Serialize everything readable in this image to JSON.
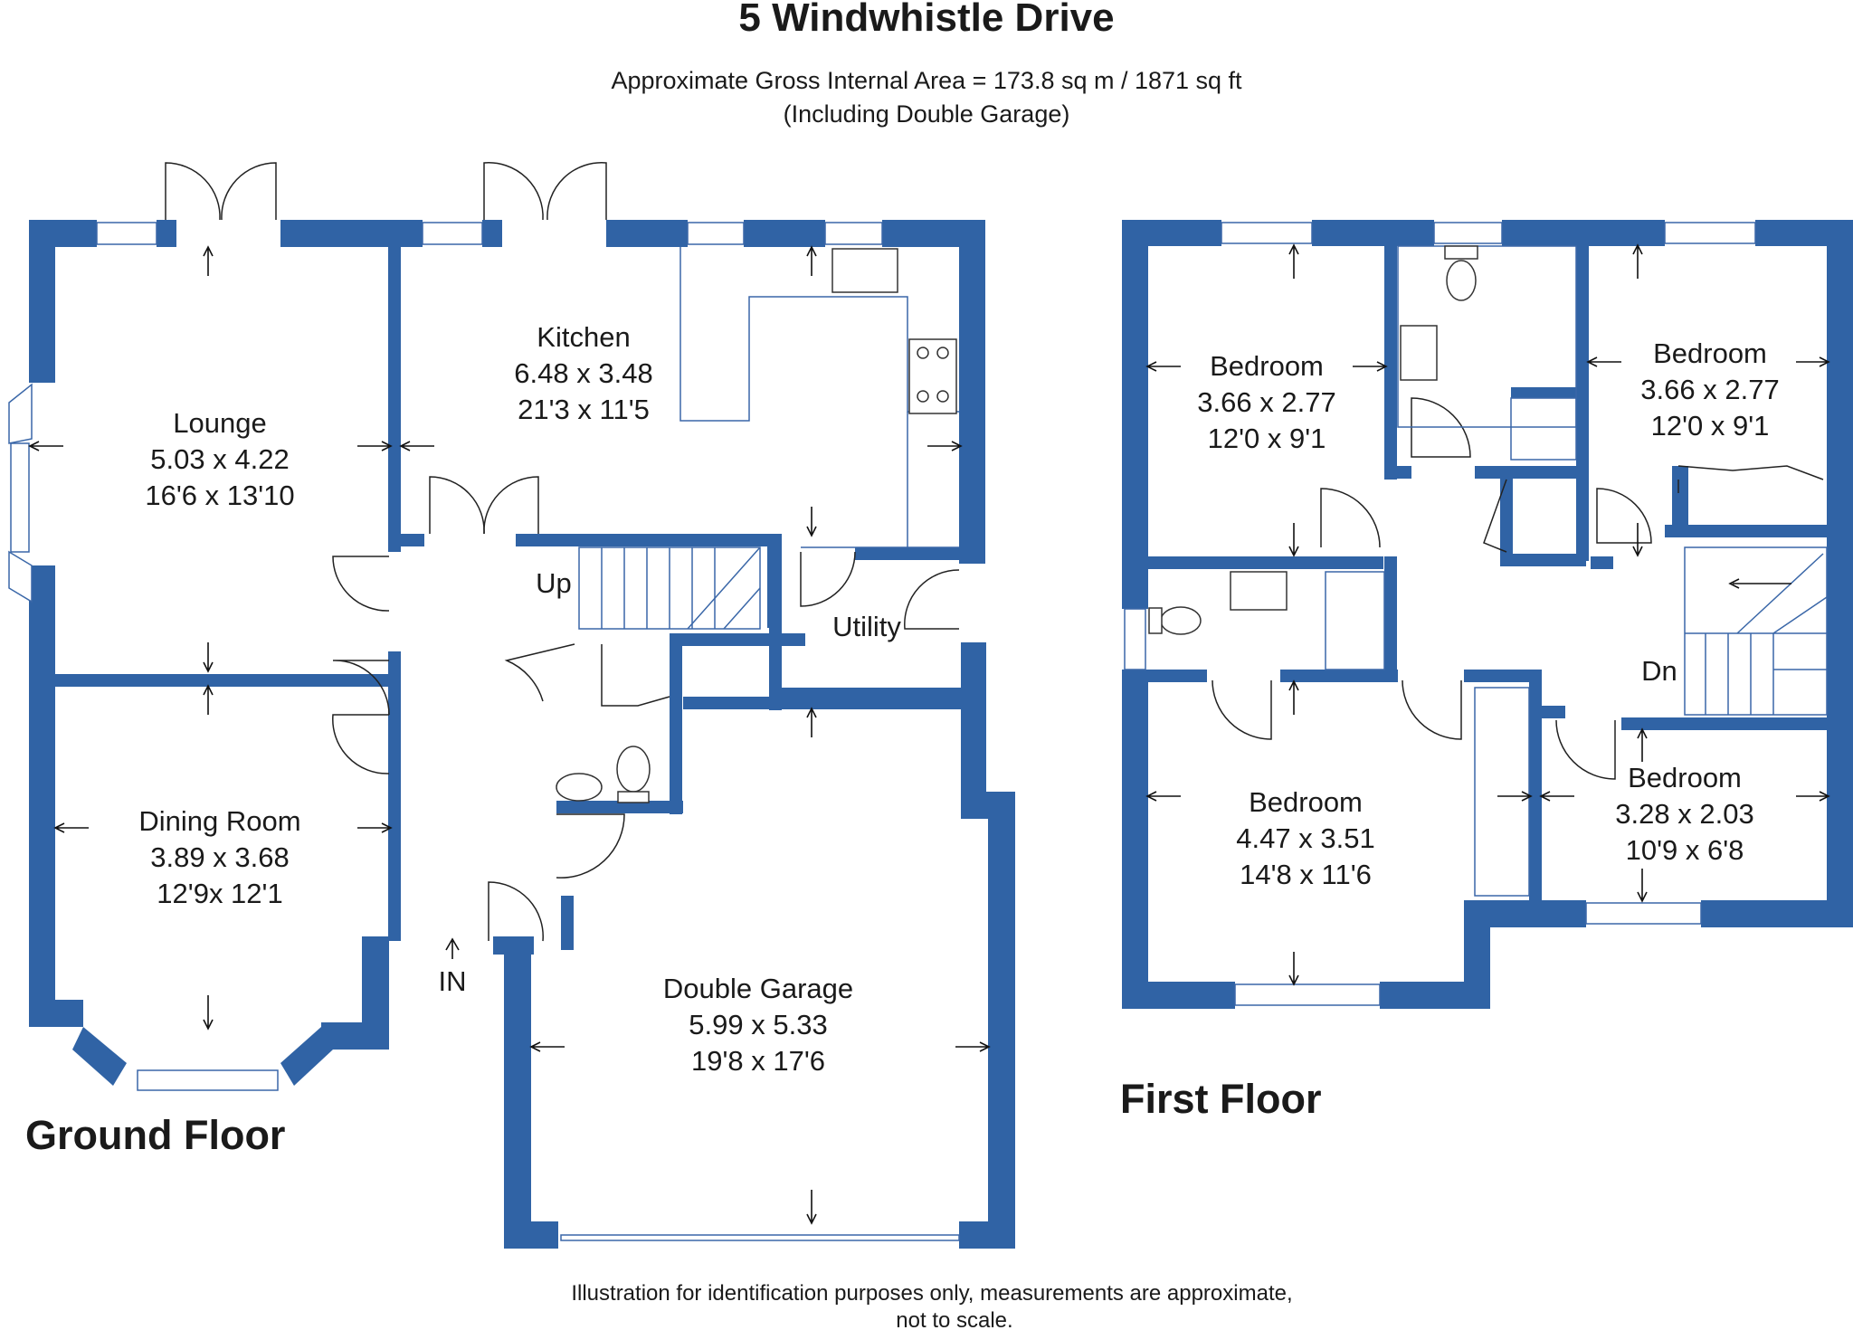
{
  "title": "5 Windwhistle Drive",
  "area": {
    "line1": "Approximate Gross Internal Area = 173.8 sq m / 1871 sq ft",
    "line2": "(Including Double Garage)"
  },
  "floors": {
    "ground": "Ground Floor",
    "first": "First Floor"
  },
  "rooms": {
    "lounge": {
      "name": "Lounge",
      "metric": "5.03 x 4.22",
      "imperial": "16'6 x 13'10"
    },
    "kitchen": {
      "name": "Kitchen",
      "metric": "6.48 x 3.48",
      "imperial": "21'3 x 11'5"
    },
    "dining": {
      "name": "Dining Room",
      "metric": "3.89 x 3.68",
      "imperial": "12'9x 12'1"
    },
    "garage": {
      "name": "Double Garage",
      "metric": "5.99 x 5.33",
      "imperial": "19'8 x 17'6"
    },
    "bed1": {
      "name": "Bedroom",
      "metric": "3.66 x 2.77",
      "imperial": "12'0 x 9'1"
    },
    "bed2": {
      "name": "Bedroom",
      "metric": "3.66 x 2.77",
      "imperial": "12'0 x 9'1"
    },
    "bed3": {
      "name": "Bedroom",
      "metric": "4.47 x 3.51",
      "imperial": "14'8 x 11'6"
    },
    "bed4": {
      "name": "Bedroom",
      "metric": "3.28 x 2.03",
      "imperial": "10'9 x 6'8"
    }
  },
  "labels": {
    "utility": "Utility",
    "up": "Up",
    "down": "Dn",
    "entrance": "IN"
  },
  "disclaimer": {
    "line1": "Illustration for identification purposes only, measurements are approximate,",
    "line2": "not to scale."
  },
  "colors": {
    "wall": "#3063a5",
    "background": "#ffffff",
    "text": "#1a1a1a"
  }
}
